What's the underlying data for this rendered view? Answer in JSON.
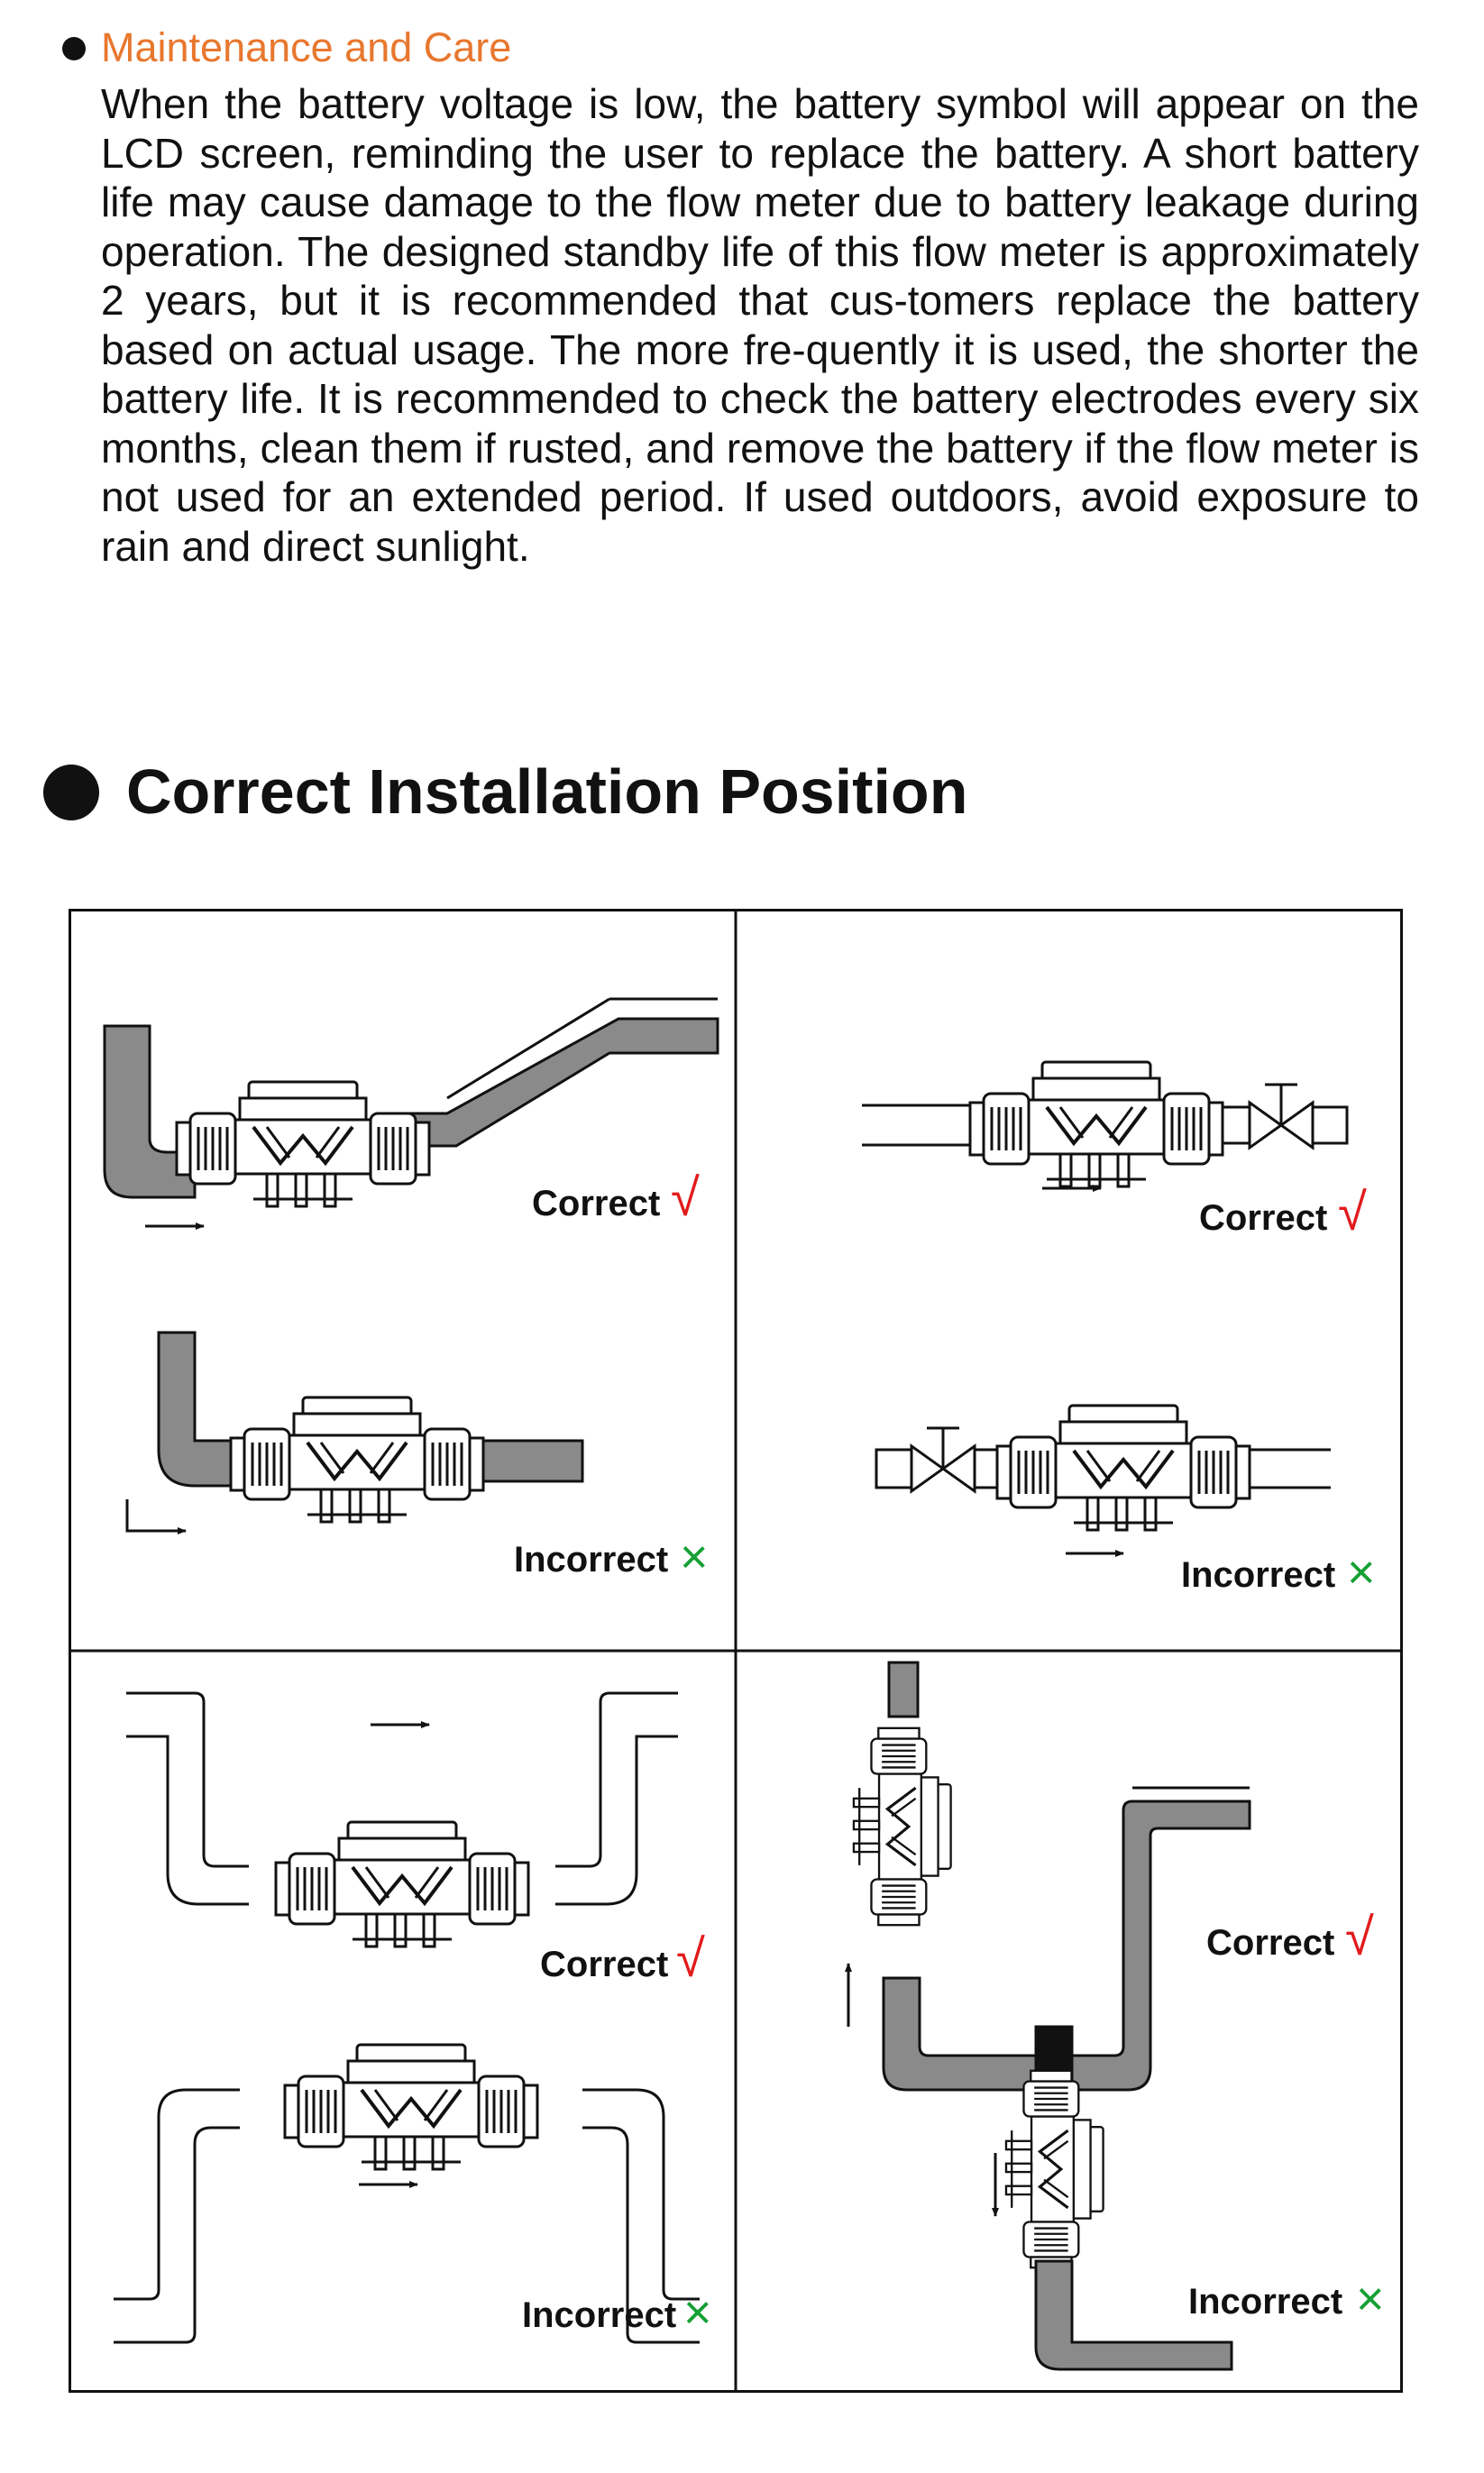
{
  "maintenance": {
    "title": "Maintenance and Care",
    "body": "When the battery voltage is low, the battery symbol will appear on the LCD screen, reminding the user to replace the battery. A short battery life may cause damage to the flow meter due to battery leakage during operation. The designed standby life of this flow meter is approximately 2 years, but it is recommended that cus-tomers replace the battery based on actual usage. The more fre-quently it is used, the shorter the battery life. It is recommended to check the battery electrodes every six months, clean them if rusted, and remove the battery if the flow meter is not used for an extended period. If used outdoors, avoid exposure to rain and direct sunlight."
  },
  "installation": {
    "title": "Correct Installation Position",
    "panels": [
      {
        "correct_label": "Correct",
        "correct_mark": "√",
        "incorrect_label": "Incorrect",
        "incorrect_mark": "×"
      },
      {
        "correct_label": "Correct",
        "correct_mark": "√",
        "incorrect_label": "Incorrect",
        "incorrect_mark": "×"
      },
      {
        "correct_label": "Correct",
        "correct_mark": "√",
        "incorrect_label": "Incorrect",
        "incorrect_mark": "×"
      },
      {
        "correct_label": "Correct",
        "correct_mark": "√",
        "incorrect_label": "Incorrect",
        "incorrect_mark": "×"
      }
    ]
  },
  "colors": {
    "accent": "#e8772e",
    "correct": "#e11b1b",
    "incorrect": "#16a034",
    "pipe_fill": "#8a8a8a"
  }
}
